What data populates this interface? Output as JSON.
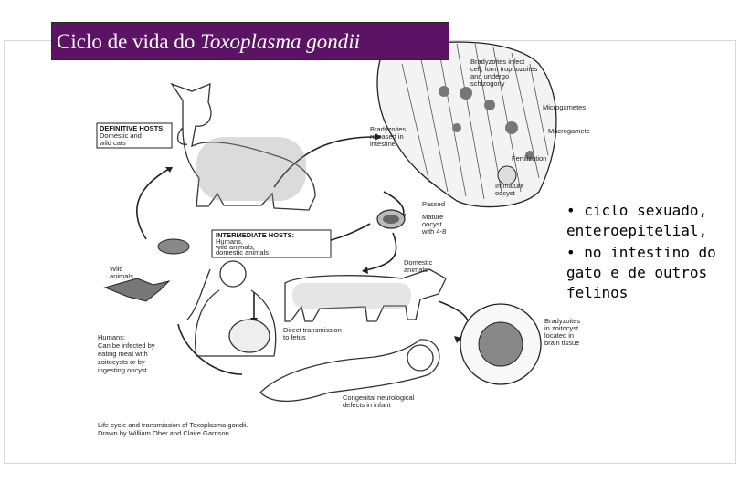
{
  "title": {
    "prefix": "Ciclo de vida do ",
    "italic": "Toxoplasma gondii"
  },
  "bullets": [
    "• ciclo sexuado, enteroepitelial,",
    "• no intestino do gato e de outros felinos"
  ],
  "figure": {
    "definitive_hosts": [
      "DEFINITIVE HOSTS:",
      "Domestic and",
      "wild cats"
    ],
    "intermediate_hosts": [
      "INTERMEDIATE HOSTS:",
      "Humans,",
      "wild animals,",
      "domestic animals"
    ],
    "bradyzoites_infect": [
      "Bradyzoites infect",
      "cell, form trophozoites",
      "and undergo",
      "schizogony"
    ],
    "microgametes": "Microgametes",
    "macrogamete": "Macrogamete",
    "bradyzoites_released": [
      "Bradyzoites",
      "released in",
      "intestine"
    ],
    "fertilization": "Fertilization",
    "immature_oocyst": [
      "Immature",
      "oocyst"
    ],
    "passed": "Passed",
    "mature_oocyst": [
      "Mature",
      "oocyst",
      "with 4-8"
    ],
    "wild_animals": [
      "Wild",
      "animals"
    ],
    "domestic_animals": [
      "Domestic",
      "animals"
    ],
    "humans_note": [
      "Humans:",
      "Can be infected by",
      "eating meat with",
      "zoitocysts or by",
      "ingesting oocyst"
    ],
    "direct_transmission": [
      "Direct transmission",
      "to fetus"
    ],
    "bradyzoites_brain": [
      "Bradyzoites",
      "in zoitocyst",
      "located in",
      "brain tissue"
    ],
    "congenital": [
      "Congenital neurological",
      "defects in infant"
    ],
    "caption": [
      "Life cycle and transmission of Toxoplasma gondii.",
      "Drawn by William Ober and Claire Garrison."
    ]
  }
}
